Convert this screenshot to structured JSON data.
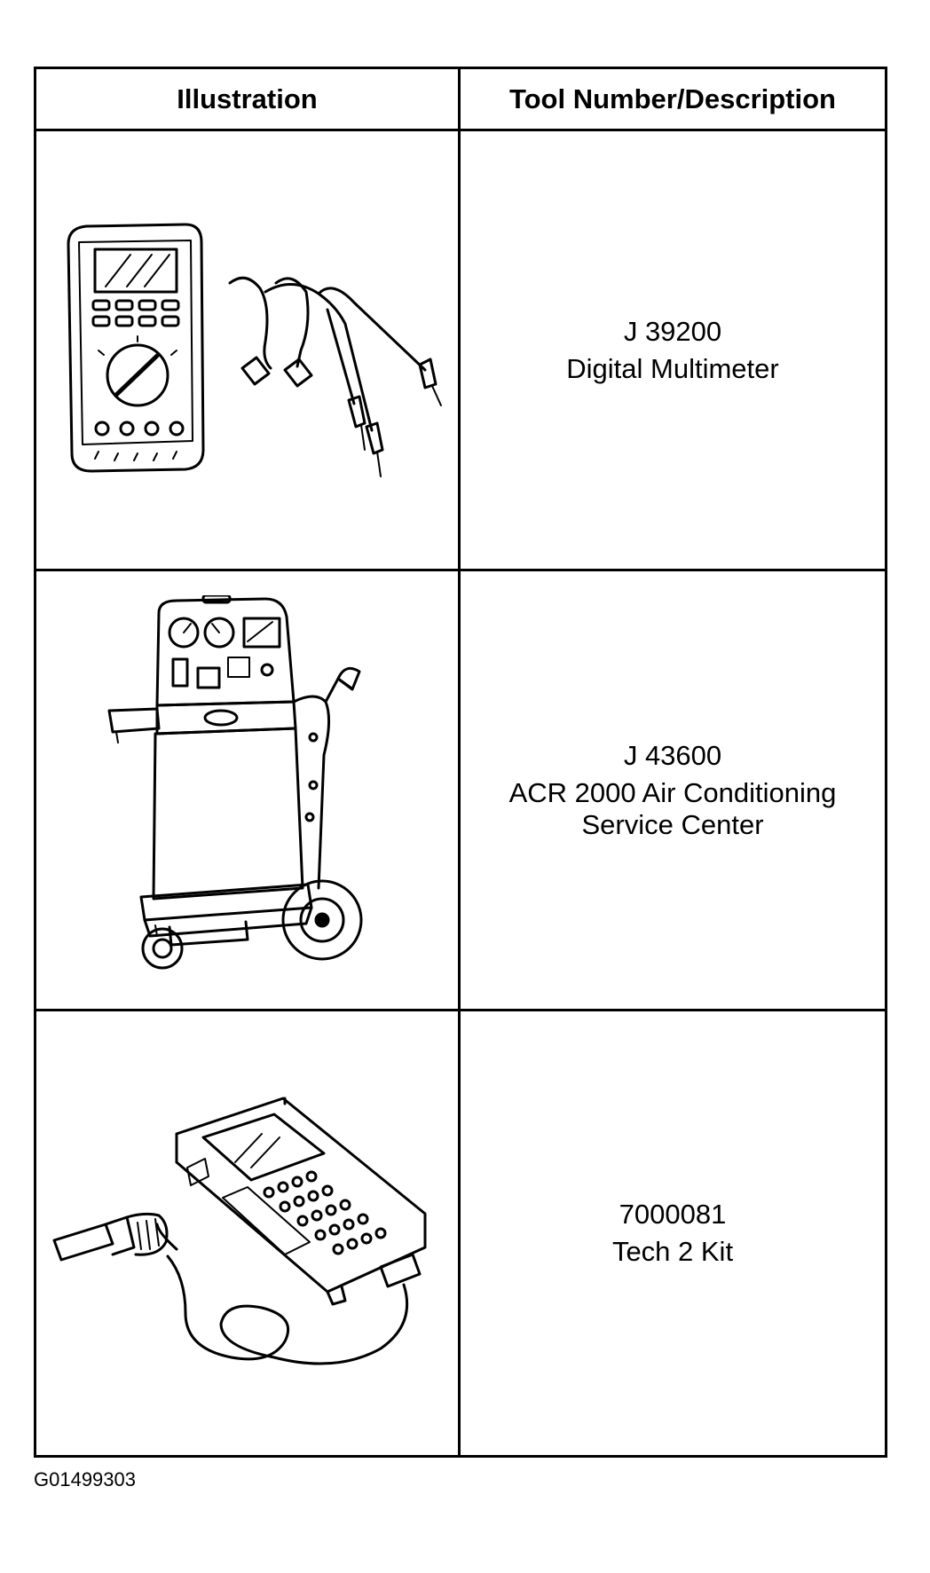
{
  "table": {
    "header": {
      "illustration": "Illustration",
      "tool_number_description": "Tool Number/Description"
    },
    "rows": [
      {
        "tool_number": "J 39200",
        "description": "Digital Multimeter",
        "illustration_icon": "digital-multimeter-icon"
      },
      {
        "tool_number": "J 43600",
        "description": "ACR 2000 Air Conditioning\nService Center",
        "illustration_icon": "ac-service-center-icon"
      },
      {
        "tool_number": "7000081",
        "description": "Tech 2 Kit",
        "illustration_icon": "tech2-scan-tool-icon"
      }
    ]
  },
  "figure_id": "G01499303"
}
